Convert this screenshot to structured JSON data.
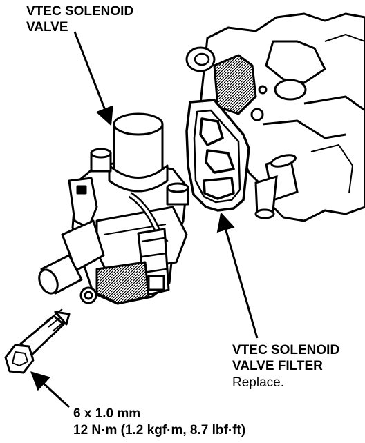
{
  "labels": {
    "solenoid_line1": "VTEC SOLENOID",
    "solenoid_line2": "VALVE",
    "filter_line1": "VTEC SOLENOID",
    "filter_line2": "VALVE FILTER",
    "filter_note": "Replace.",
    "bolt_size": "6 x 1.0 mm",
    "bolt_torque": "12 N·m (1.2 kgf·m, 8.7 lbf·ft)"
  },
  "colors": {
    "ink": "#000000",
    "paper": "#ffffff",
    "shade": "#3a3a3a"
  }
}
